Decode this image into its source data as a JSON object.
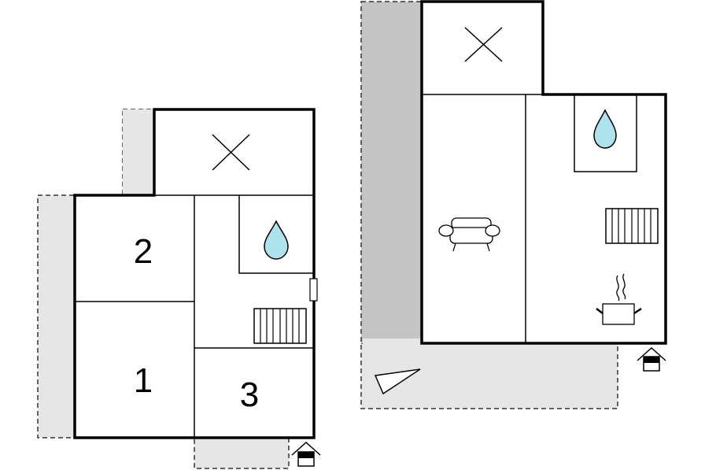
{
  "floor_plan": {
    "left_unit": {
      "rooms": [
        {
          "id": "bedroom-1",
          "label": "1"
        },
        {
          "id": "bedroom-2",
          "label": "2"
        },
        {
          "id": "bedroom-3",
          "label": "3"
        }
      ],
      "icons": [
        "balcony-x-icon",
        "bathroom-drop-icon",
        "stairs-icon",
        "entrance-icon",
        "door-icon"
      ]
    },
    "right_unit": {
      "icons": [
        "balcony-x-icon",
        "bathroom-drop-icon",
        "sofa-icon",
        "stairs-icon",
        "cooking-pot-icon",
        "entrance-icon",
        "terrace-flag-icon"
      ]
    },
    "colors": {
      "wall": "#000000",
      "terrace_light": "#e6e6e6",
      "terrace_dark": "#c4c4c4",
      "water": "#aee3ee"
    }
  }
}
